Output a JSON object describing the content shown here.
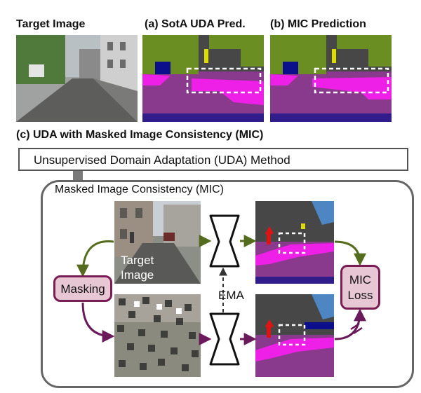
{
  "headers": {
    "target_image": "Target Image",
    "sota_uda": "(a) SotA UDA Pred.",
    "mic_prediction": "(b) MIC Prediction",
    "section_c": "(c) UDA with Masked Image Consistency (MIC)"
  },
  "uda_method_label": "Unsupervised Domain Adaptation (UDA) Method",
  "mic_box_title": "Masked Image Consistency (MIC)",
  "target_image_overlay_line1": "Target",
  "target_image_overlay_line2": "Image",
  "masking_label": "Masking",
  "ema_label": "EMA",
  "mic_loss_line1": "MIC",
  "mic_loss_line2": "Loss",
  "colors": {
    "road": "#8a3a8c",
    "sidewalk": "#ee1fe6",
    "sky": "#4d86c2",
    "vegetation": "#6b8e23",
    "building": "#474747",
    "car": "#0b0f8c",
    "person": "#dc1414",
    "arrow_green": "#556b1e",
    "arrow_purple": "#6a1a5a",
    "masking_fill": "#e8c7d5",
    "masking_border": "#7a1d55"
  }
}
